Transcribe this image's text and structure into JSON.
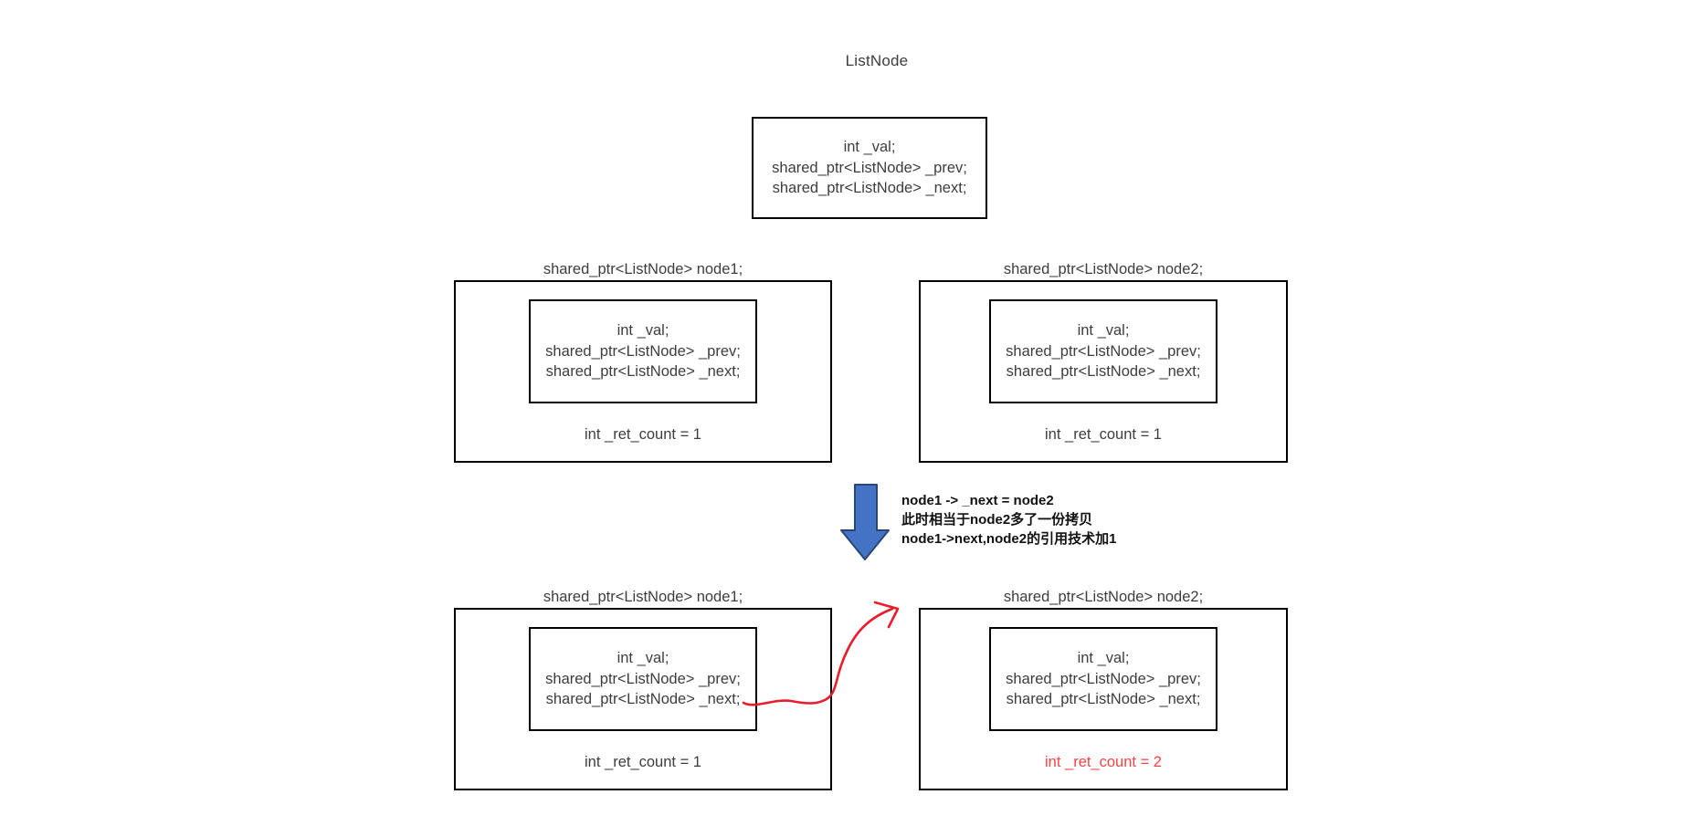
{
  "title": "ListNode",
  "colors": {
    "box_border": "#000000",
    "text": "#3d3d3d",
    "arrow_fill": "#4472c4",
    "arrow_border": "#2a4677",
    "red_arrow": "#e91c2c",
    "red_text": "#fb4343"
  },
  "struct_fields": [
    "int _val;",
    "shared_ptr<ListNode> _prev;",
    "shared_ptr<ListNode> _next;"
  ],
  "nodes": {
    "node1_label": "shared_ptr<ListNode> node1;",
    "node2_label": "shared_ptr<ListNode> node2;",
    "ret_count_1": "int _ret_count = 1",
    "ret_count_2": "int _ret_count = 2"
  },
  "annotation": {
    "line1": "node1 -> _next = node2",
    "line2": "此时相当于node2多了一份拷贝",
    "line3": "node1->next,node2的引用技术加1"
  }
}
